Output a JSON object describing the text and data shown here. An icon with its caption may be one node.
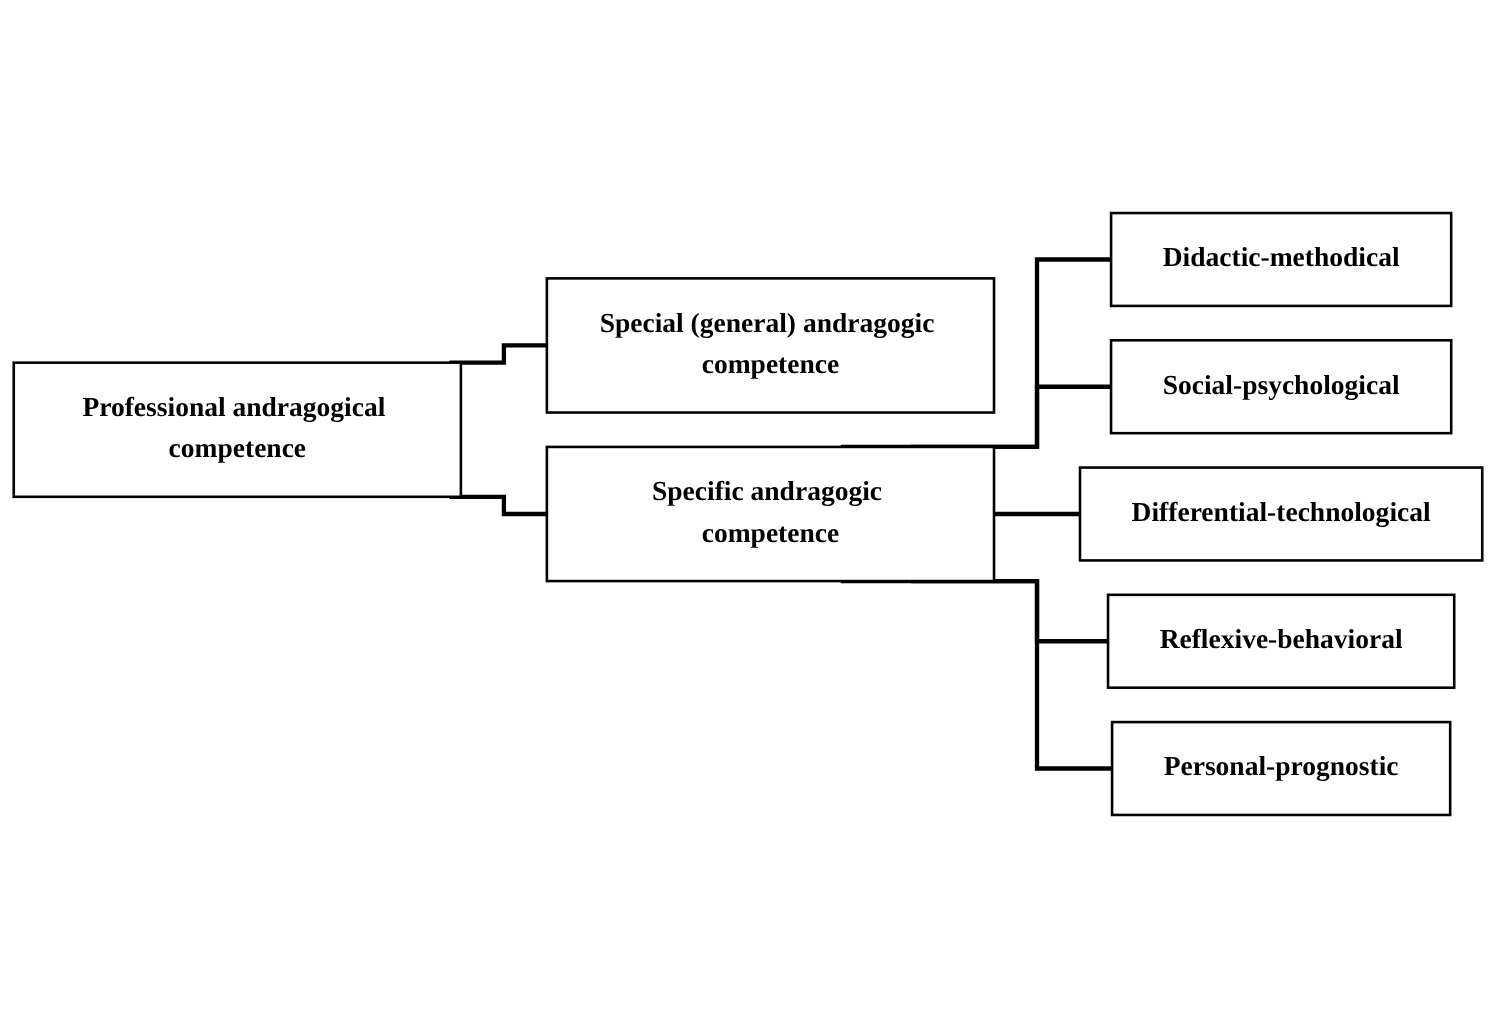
{
  "diagram": {
    "nodes": [
      {
        "text": [
          "Professional andragogical competence"
        ]
      },
      {
        "text": [
          "Special (general) andragogic competence"
        ]
      },
      {
        "text": [
          "Specific andragogic competence"
        ]
      },
      {
        "text": [
          "Didactic-methodical"
        ]
      },
      {
        "text": [
          "Social-psychological"
        ]
      },
      {
        "text": [
          "Differential-technological"
        ]
      },
      {
        "text": [
          "Reflexive-behavioral"
        ]
      },
      {
        "text": [
          "Personal-prognostic"
        ]
      }
    ],
    "edges": [
      {
        "from": 0,
        "to": 1,
        "arrow": "none"
      },
      {
        "from": 0,
        "to": 2,
        "arrow": "none"
      },
      {
        "from": 2,
        "to": 3,
        "arrow": "none"
      },
      {
        "from": 2,
        "to": 4,
        "arrow": "none"
      },
      {
        "from": 2,
        "to": 5,
        "arrow": "none"
      },
      {
        "from": 2,
        "to": 6,
        "arrow": "none"
      },
      {
        "from": 2,
        "to": 7,
        "arrow": "none"
      }
    ]
  }
}
